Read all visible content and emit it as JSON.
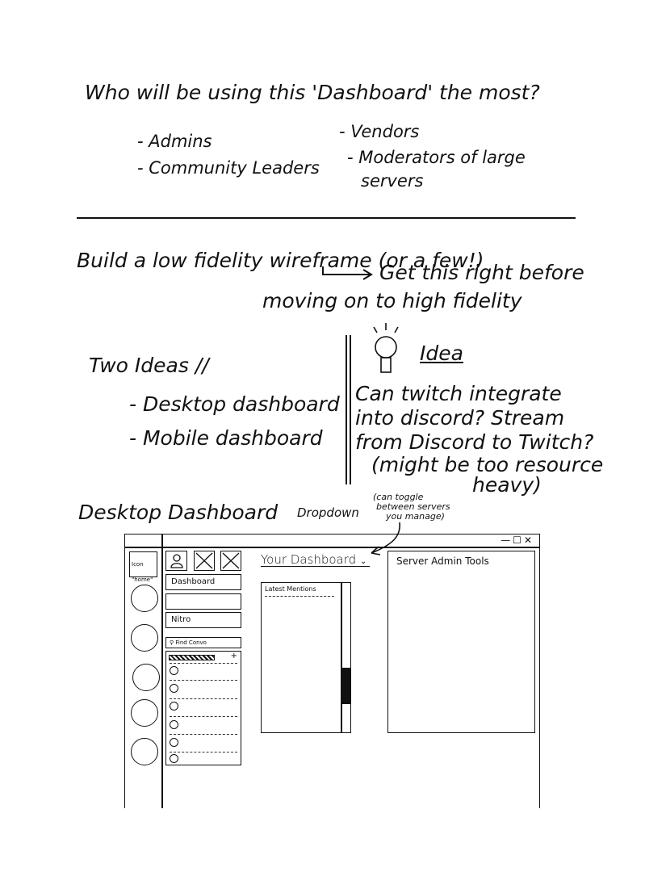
{
  "question": {
    "title": "Who will be using this 'Dashboard' the most?",
    "users": [
      "- Admins",
      "- Vendors",
      "- Community Leaders",
      "- Moderators of large",
      "servers"
    ]
  },
  "wireframe_note": {
    "title": "Build a low fidelity wireframe (or a few!)",
    "sub1": "Get this right before",
    "sub2": "moving on to high fidelity"
  },
  "ideas": {
    "title": "Two Ideas //",
    "items": [
      "- Desktop dashboard",
      "- Mobile dashboard"
    ]
  },
  "idea_box": {
    "label": "Idea",
    "lines": [
      "Can twitch integrate",
      "into discord? Stream",
      "from Discord to Twitch?",
      "(might be too resource",
      "heavy)"
    ]
  },
  "desktop": {
    "title": "Desktop Dashboard",
    "dropdown_note": "Dropdown",
    "dropdown_paren": [
      "(can toggle",
      "between servers",
      "you manage)"
    ],
    "window_controls": [
      "—",
      "☐",
      "✕"
    ],
    "home_icon": "Icon \"home\"",
    "nav": {
      "dashboard": "Dashboard",
      "nitro": "Nitro",
      "search": "Find Convo",
      "add": "+"
    },
    "your_dashboard": "Your Dashboard",
    "latest_mentions": "Latest Mentions",
    "server_admin_tools": "Server Admin Tools"
  }
}
